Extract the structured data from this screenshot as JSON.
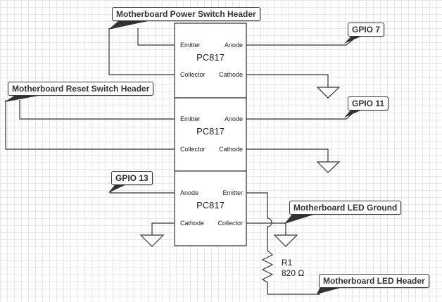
{
  "diagram": {
    "optocouplers": [
      {
        "part": "PC817",
        "pins": {
          "top_left": "Emitter",
          "top_right": "Anode",
          "bottom_left": "Collector",
          "bottom_right": "Cathode"
        }
      },
      {
        "part": "PC817",
        "pins": {
          "top_left": "Emitter",
          "top_right": "Anode",
          "bottom_left": "Collector",
          "bottom_right": "Cathode"
        }
      },
      {
        "part": "PC817",
        "pins": {
          "top_left": "Anode",
          "top_right": "Emitter",
          "bottom_left": "Cathode",
          "bottom_right": "Collector"
        }
      }
    ],
    "resistor": {
      "ref": "R1",
      "value": "820 Ω"
    },
    "labels": {
      "power_switch": "Motherboard Power Switch Header",
      "reset_switch": "Motherboard Reset Switch Header",
      "gpio7": "GPIO 7",
      "gpio11": "GPIO 11",
      "gpio13": "GPIO 13",
      "led_ground": "Motherboard LED Ground",
      "led_header": "Motherboard LED Header"
    },
    "colors": {
      "wire": "#333333",
      "callout_border": "#3a3a3a",
      "grid": "#e6e6e6"
    }
  }
}
